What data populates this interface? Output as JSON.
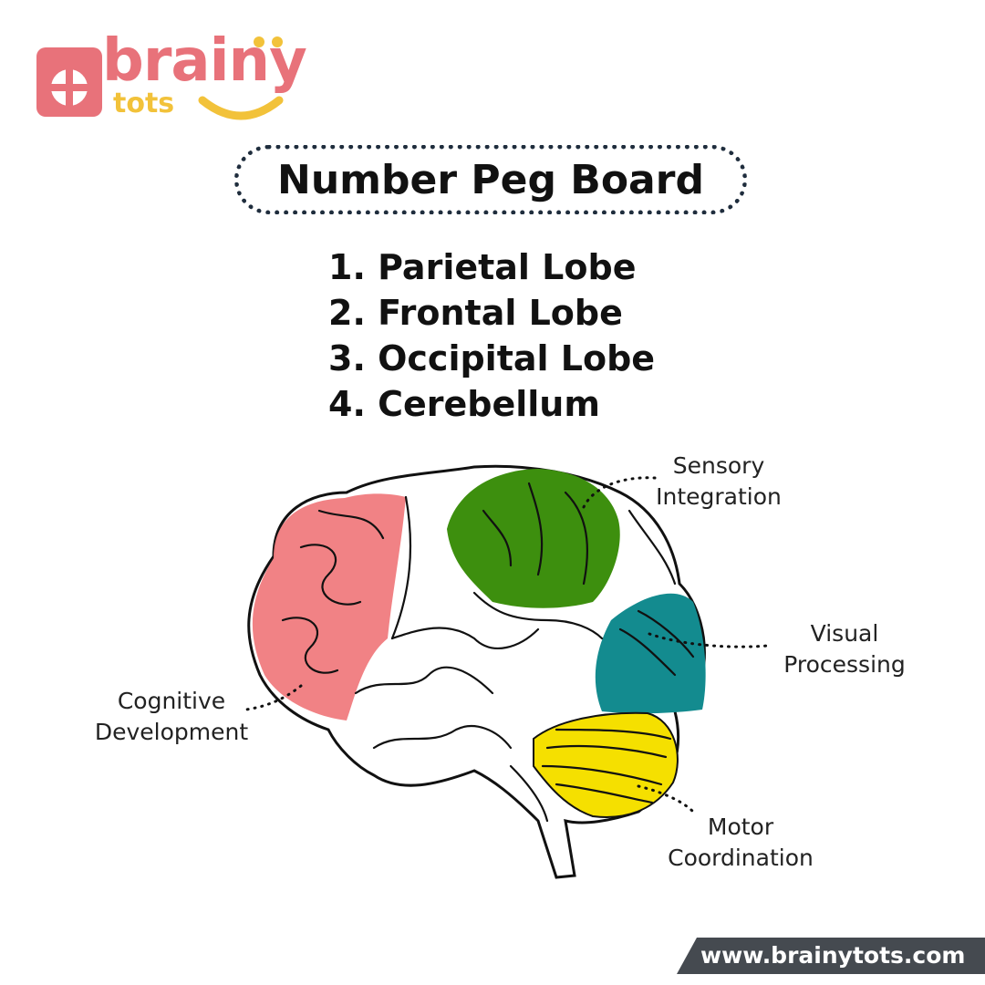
{
  "logo": {
    "main": "brainy",
    "sub": "tots"
  },
  "title": "Number Peg Board",
  "lobes": [
    "1. Parietal Lobe",
    "2. Frontal Lobe",
    "3. Occipital Lobe",
    "4. Cerebellum"
  ],
  "labels": {
    "sensory": [
      "Sensory",
      "Integration"
    ],
    "visual": [
      "Visual",
      "Processing"
    ],
    "cognitive": [
      "Cognitive",
      "Development"
    ],
    "motor": [
      "Motor",
      "Coordination"
    ]
  },
  "region_colors": {
    "frontal": "#f07b7e",
    "parietal": "#3d8f0e",
    "occipital": "#138b8f",
    "cerebellum": "#f5e000"
  },
  "url": "www.brainytots.com"
}
